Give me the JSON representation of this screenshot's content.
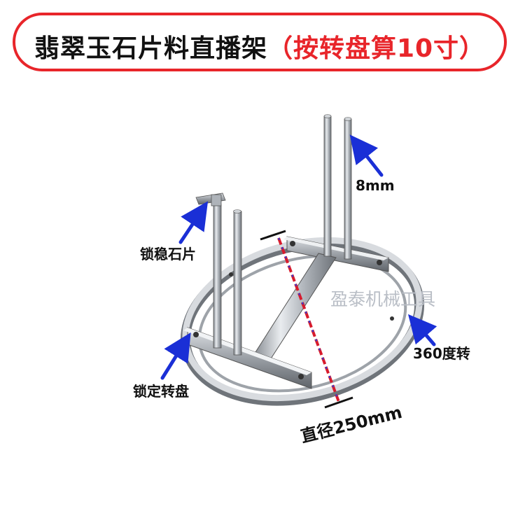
{
  "title": {
    "main": "翡翠玉石片料直播架",
    "sub": "（按转盘算10寸）"
  },
  "labels": {
    "rod_diameter": "8mm",
    "lock_slab": "锁稳石片",
    "watermark": "盈泰机械工具",
    "rotation": "360度转",
    "lock_turntable": "锁定转盘",
    "diameter": "直径250mm"
  },
  "colors": {
    "banner_border": "#e8252a",
    "title_text": "#111111",
    "title_accent": "#e8252a",
    "arrow": "#1a2fd6",
    "dimension_line": "#d81b2c"
  }
}
